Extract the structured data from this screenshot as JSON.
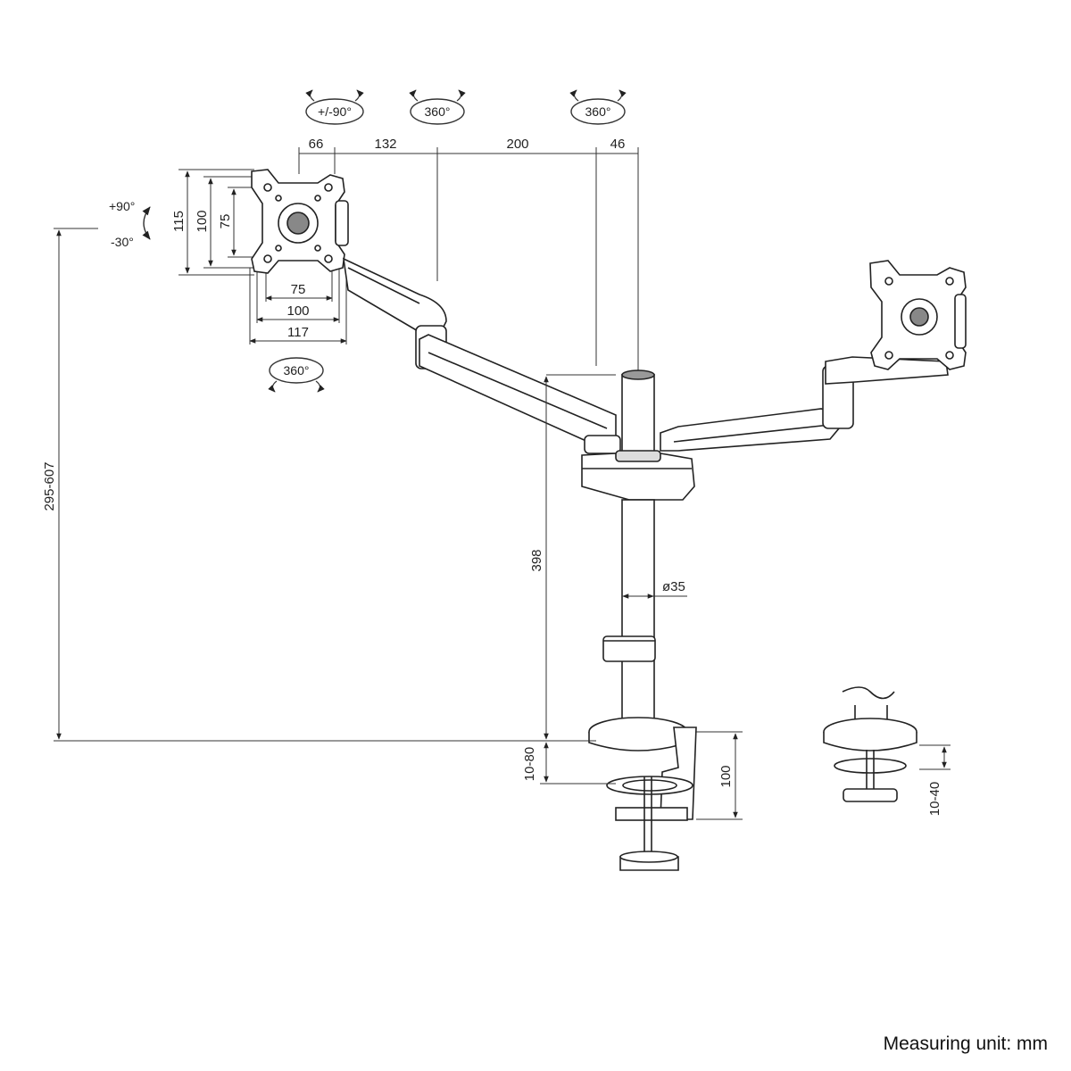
{
  "rotations": {
    "tilt_monitor": "+/-90°",
    "spin_mid": "360°",
    "spin_pole": "360°",
    "spin_head": "360°",
    "tilt_up": "+90°",
    "tilt_down": "-30°"
  },
  "dimensions": {
    "arm_66": "66",
    "arm_132": "132",
    "arm_200": "200",
    "arm_46": "46",
    "vesa_h_115": "115",
    "vesa_h_100": "100",
    "vesa_h_75": "75",
    "vesa_w_75": "75",
    "vesa_w_100": "100",
    "vesa_w_117": "117",
    "height_range": "295-607",
    "pole_height": "398",
    "pole_diameter": "ø35",
    "desk_clamp": "10-80",
    "clamp_depth": "100",
    "grommet": "10-40"
  },
  "footer": {
    "measuring_unit": "Measuring unit: mm"
  }
}
